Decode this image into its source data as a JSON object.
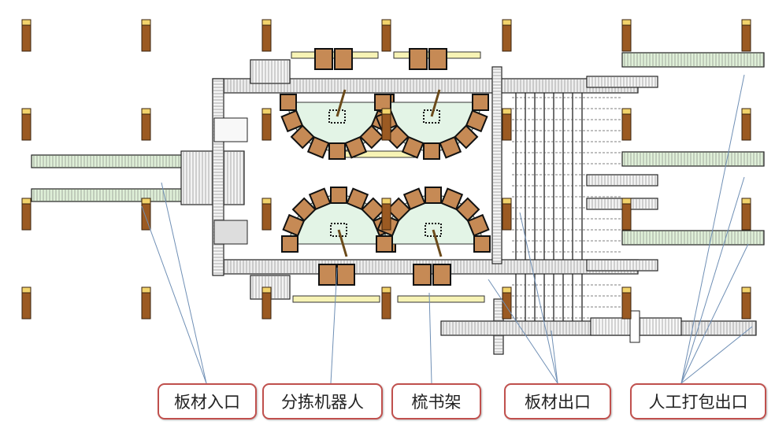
{
  "title": "板材分拣生产线布局",
  "labels": {
    "inlet": "板材入口",
    "robot": "分拣机器人",
    "rack": "梳书架",
    "outlet": "板材出口",
    "manual_outlet": "人工打包出口"
  },
  "colors": {
    "label_border": "#c0504d",
    "pillar": "#9b5a22",
    "pillar_top": "#f2d36b",
    "conveyor_green": "#dff0d8",
    "robot_floor": "#e3f4e6",
    "board_box": "#c68a55",
    "leader_line": "#6f8fb5"
  }
}
